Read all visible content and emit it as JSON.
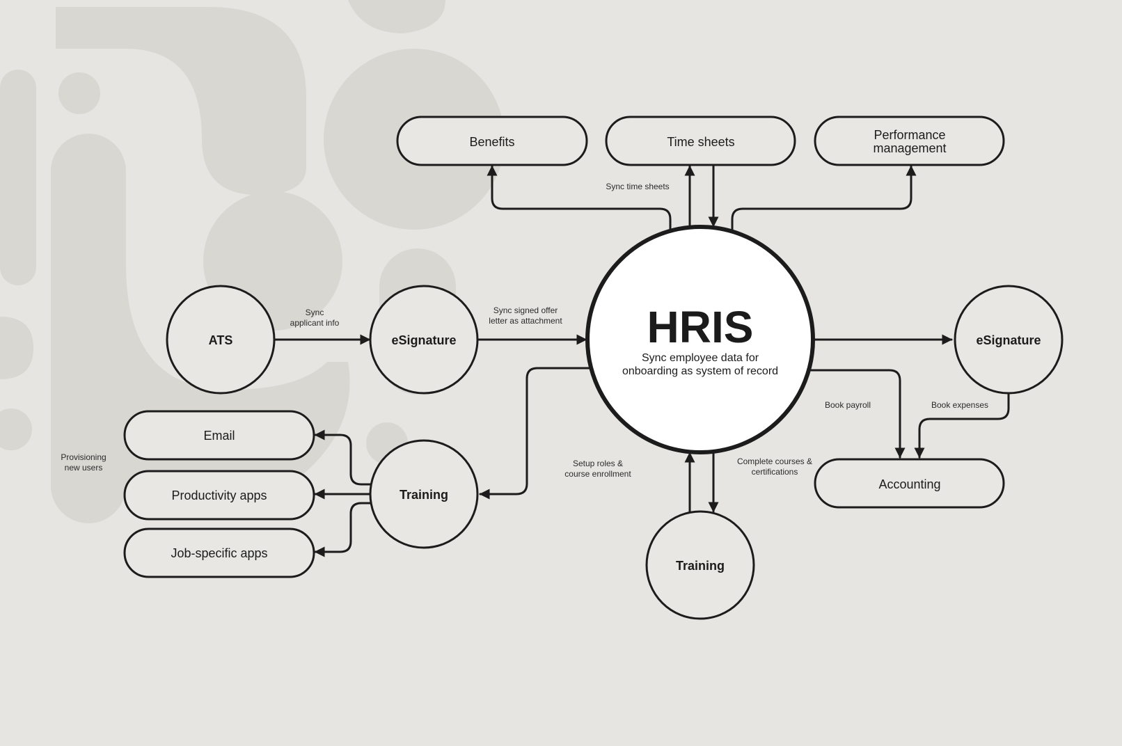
{
  "colors": {
    "background": "#e6e5e1",
    "decor": "#d9d7d2",
    "stroke": "#1c1c1c",
    "node_fill": "#e8e7e3",
    "hub_fill": "#ffffff"
  },
  "hub": {
    "title": "HRIS",
    "subtitle_line1": "Sync employee data for",
    "subtitle_line2": "onboarding as system of record"
  },
  "nodes": {
    "benefits": "Benefits",
    "time_sheets": "Time sheets",
    "performance_line1": "Performance",
    "performance_line2": "management",
    "ats": "ATS",
    "esignature_left": "eSignature",
    "esignature_right": "eSignature",
    "training_left": "Training",
    "training_bottom": "Training",
    "email": "Email",
    "productivity_apps": "Productivity apps",
    "job_specific_apps": "Job-specific apps",
    "accounting": "Accounting"
  },
  "edge_labels": {
    "sync_time_sheets": "Sync time sheets",
    "sync_applicant_line1": "Sync",
    "sync_applicant_line2": "applicant info",
    "sync_offer_line1": "Sync signed offer",
    "sync_offer_line2": "letter as attachment",
    "provisioning_line1": "Provisioning",
    "provisioning_line2": "new users",
    "setup_roles_line1": "Setup roles  &",
    "setup_roles_line2": "course  enrollment",
    "complete_courses_line1": "Complete  courses &",
    "complete_courses_line2": "certifications",
    "book_payroll": "Book payroll",
    "book_expenses": "Book expenses"
  }
}
